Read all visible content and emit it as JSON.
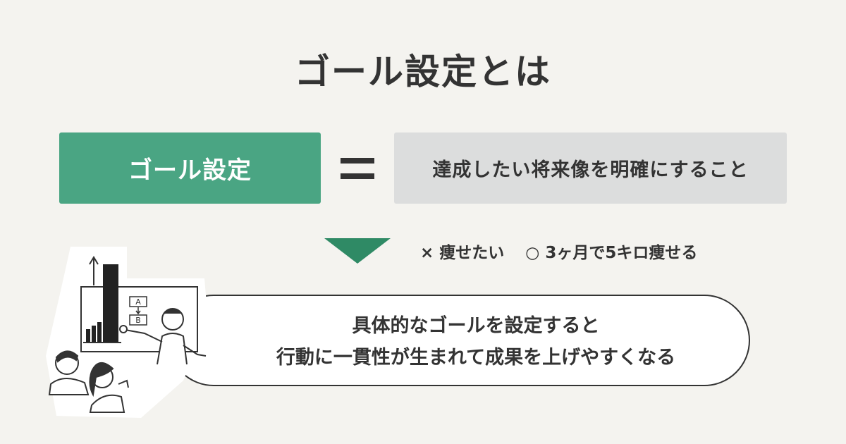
{
  "title": "ゴール設定とは",
  "definition": {
    "term": "ゴール設定",
    "equals_icon": "equals-sign",
    "meaning": "達成したい将来像を明確にすること"
  },
  "examples": {
    "bad": "× 痩せたい",
    "good": "○ 3ヶ月で5キロ痩せる"
  },
  "conclusion": {
    "line1": "具体的なゴールを設定すると",
    "line2": "行動に一貫性が生まれて成果を上げやすくなる"
  },
  "illustration_labels": {
    "a": "A",
    "b": "B"
  },
  "colors": {
    "accent_green": "#4aa583",
    "arrow_green": "#2f8a65",
    "gray_box": "#dcdddd",
    "background": "#f4f3ef",
    "text": "#333333"
  }
}
